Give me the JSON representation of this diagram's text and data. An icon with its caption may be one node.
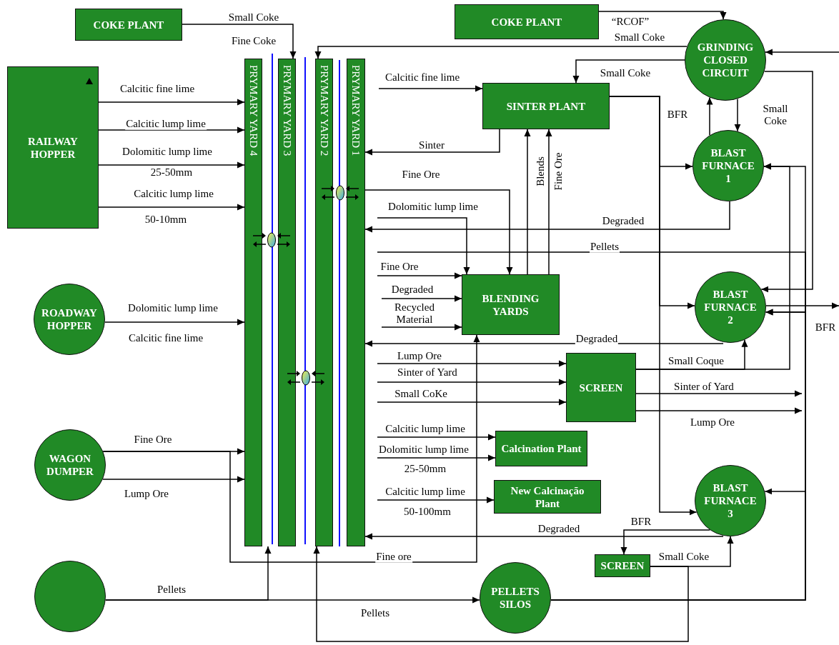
{
  "diagram": {
    "nodes": [
      {
        "text": [
          "COKE PLANT"
        ]
      },
      {
        "text": [
          "COKE PLANT"
        ]
      },
      {
        "text": [
          "RAILWAY HOPPER"
        ]
      },
      {
        "text": [
          "ROADWAY HOPPER"
        ]
      },
      {
        "text": [
          "WAGON DUMPER"
        ]
      },
      {
        "text": [],
        "shape": "circle"
      },
      {
        "text": [
          "PRYMARY YARD 4"
        ]
      },
      {
        "text": [
          "PRYMARY YARD 3"
        ]
      },
      {
        "text": [
          "PRYMARY YARD 2"
        ]
      },
      {
        "text": [
          "PRYMARY YARD 1"
        ]
      },
      {
        "text": [
          "GRINDING CLOSED CIRCUIT"
        ]
      },
      {
        "text": [
          "SINTER PLANT"
        ]
      },
      {
        "text": [
          "BLAST FURNACE 1"
        ]
      },
      {
        "text": [
          "BLENDING YARDS"
        ]
      },
      {
        "text": [
          "BLAST FURNACE 2"
        ]
      },
      {
        "text": [
          "SCREEN"
        ]
      },
      {
        "text": [
          "Calcination Plant"
        ]
      },
      {
        "text": [
          "New Calcinação Plant"
        ]
      },
      {
        "text": [
          "BLAST FURNACE 3"
        ]
      },
      {
        "text": [
          "SCREEN"
        ]
      },
      {
        "text": [
          "PELLETS SILOS"
        ]
      }
    ],
    "edges": [
      {
        "from": 0,
        "to": 7,
        "arrow": "to",
        "label": "Small Coke"
      },
      {
        "from": 1,
        "to": 10,
        "arrow": "to",
        "label": "“RCOF”"
      },
      {
        "from": 10,
        "to": 8,
        "arrow": "to",
        "label": "Small Coke"
      },
      {
        "from": 10,
        "to": 11,
        "arrow": "to",
        "label": "Small Coke"
      },
      {
        "from": null,
        "to": 10,
        "arrow": "to"
      },
      {
        "from": 10,
        "to": 14,
        "arrow": "to"
      },
      {
        "from": 12,
        "to": 10,
        "arrow": "to"
      },
      {
        "from": 10,
        "to": 12,
        "arrow": "to",
        "label": "Small Coke"
      },
      {
        "from": 11,
        "to": 12,
        "arrow": "to",
        "label": "BFR"
      },
      {
        "from": 11,
        "to": 14,
        "arrow": "to"
      },
      {
        "from": 11,
        "to": 18,
        "arrow": "to"
      },
      {
        "from": 11,
        "to": 9,
        "arrow": "to",
        "label": "Sinter"
      },
      {
        "from": null,
        "to": 11,
        "arrow": "to",
        "label": "Calcitic fine lime"
      },
      {
        "from": 13,
        "to": 11,
        "arrow": "to",
        "label": "Blends"
      },
      {
        "from": 13,
        "to": 11,
        "arrow": "to",
        "label": "Fine Ore"
      },
      {
        "from": 9,
        "to": 13,
        "arrow": "to",
        "label": "Fine Ore"
      },
      {
        "from": null,
        "to": 13,
        "arrow": "to",
        "label": "Dolomitic lump lime"
      },
      {
        "from": 12,
        "to": 9,
        "arrow": "to",
        "label": "Degraded"
      },
      {
        "from": null,
        "to": 14,
        "arrow": "to",
        "label": "Pellets"
      },
      {
        "from": 20,
        "to": 12,
        "arrow": "to"
      },
      {
        "from": 20,
        "to": 14,
        "arrow": "to"
      },
      {
        "from": 20,
        "to": 18,
        "arrow": "to"
      },
      {
        "from": 5,
        "to": 20,
        "arrow": "to",
        "label": "Pellets"
      },
      {
        "from": 5,
        "to": 6,
        "arrow": "to"
      },
      {
        "from": 19,
        "to": 8,
        "arrow": "to"
      },
      {
        "from": 19,
        "to": 18,
        "arrow": "to",
        "label": "Small Coke"
      },
      {
        "from": 18,
        "to": 19,
        "arrow": "to",
        "label": "BFR"
      },
      {
        "from": 18,
        "to": 9,
        "arrow": "to",
        "label": "Degraded"
      },
      {
        "from": 14,
        "to": null,
        "arrow": "to",
        "label": "BFR"
      },
      {
        "from": 14,
        "to": 9,
        "arrow": "to",
        "label": "Degraded"
      },
      {
        "from": 15,
        "to": 14,
        "arrow": "to",
        "label": "Small Coque"
      },
      {
        "from": 15,
        "to": 12,
        "arrow": "to"
      },
      {
        "from": null,
        "to": 15,
        "arrow": "to",
        "label": "Lump Ore"
      },
      {
        "from": null,
        "to": 15,
        "arrow": "to",
        "label": "Sinter of Yard"
      },
      {
        "from": null,
        "to": 15,
        "arrow": "to",
        "label": "Small CoKe"
      },
      {
        "from": 15,
        "to": null,
        "arrow": "to",
        "label": "Sinter of Yard"
      },
      {
        "from": 15,
        "to": null,
        "arrow": "to",
        "label": "Lump Ore"
      },
      {
        "from": null,
        "to": 16,
        "arrow": "to",
        "label": "Calcitic lump lime"
      },
      {
        "from": null,
        "to": 16,
        "arrow": "to",
        "label": "Dolomitic lump lime"
      },
      {
        "from": null,
        "to": 17,
        "arrow": "to",
        "label": "Calcitic lump lime"
      },
      {
        "from": 4,
        "to": 13,
        "arrow": "to",
        "label": "Fine ore"
      },
      {
        "from": 4,
        "to": 6,
        "arrow": "to",
        "label": "Fine Ore"
      },
      {
        "from": 4,
        "to": 6,
        "arrow": "to",
        "label": "Lump Ore"
      },
      {
        "from": 3,
        "to": 6,
        "arrow": "to",
        "label": "Dolomitic lump lime"
      },
      {
        "from": 2,
        "to": 6,
        "arrow": "to",
        "label": "Calcitic fine lime"
      },
      {
        "from": 2,
        "to": 6,
        "arrow": "to",
        "label": "Calcitic lump lime"
      },
      {
        "from": 2,
        "to": 6,
        "arrow": "to",
        "label": "Dolomitic lump lime"
      },
      {
        "from": 2,
        "to": 6,
        "arrow": "to",
        "label": "Calcitic lump lime"
      },
      {
        "from": null,
        "to": 13,
        "arrow": "to",
        "label": "Fine Ore"
      },
      {
        "from": null,
        "to": 13,
        "arrow": "to",
        "label": "Degraded"
      },
      {
        "from": null,
        "to": 13,
        "arrow": "to",
        "label": "Recycled Material"
      }
    ],
    "labels": [
      "Fine Coke",
      "25-50mm",
      "50-10mm",
      "Calcitic fine lime",
      "25-50mm",
      "50-100mm",
      "Pellets"
    ]
  }
}
